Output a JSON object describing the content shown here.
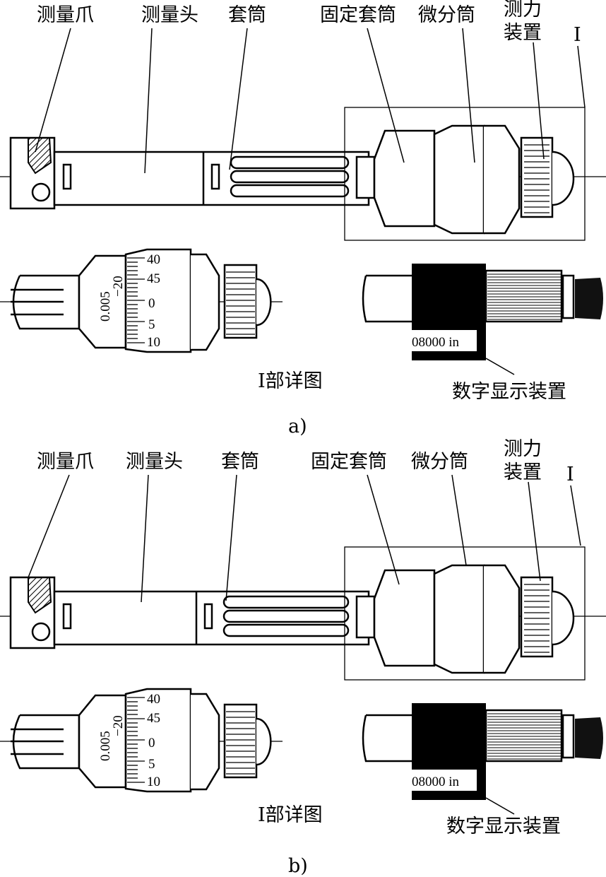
{
  "panels": [
    {
      "caption": "a)",
      "labels": {
        "jaw": "测量爪",
        "head": "测量头",
        "sleeve": "套筒",
        "fixed_sleeve": "固定套筒",
        "thimble": "微分筒",
        "force_device_1": "测力",
        "force_device_2": "装置",
        "section_mark": "Ⅰ"
      },
      "detail_title": "Ⅰ部详图",
      "scale_labels": [
        "40",
        "45",
        "0",
        "5",
        "10"
      ],
      "sleeve_marks": [
        "0.005",
        "−20"
      ],
      "display_value": "08000 in",
      "display_label": "数字显示装置"
    },
    {
      "caption": "b)",
      "labels": {
        "jaw": "测量爪",
        "head": "测量头",
        "sleeve": "套筒",
        "fixed_sleeve": "固定套筒",
        "thimble": "微分筒",
        "force_device_1": "测力",
        "force_device_2": "装置",
        "section_mark": "Ⅰ"
      },
      "detail_title": "Ⅰ部详图",
      "scale_labels": [
        "40",
        "45",
        "0",
        "5",
        "10"
      ],
      "sleeve_marks": [
        "0.005",
        "−20"
      ],
      "display_value": "08000 in",
      "display_label": "数字显示装置"
    }
  ]
}
